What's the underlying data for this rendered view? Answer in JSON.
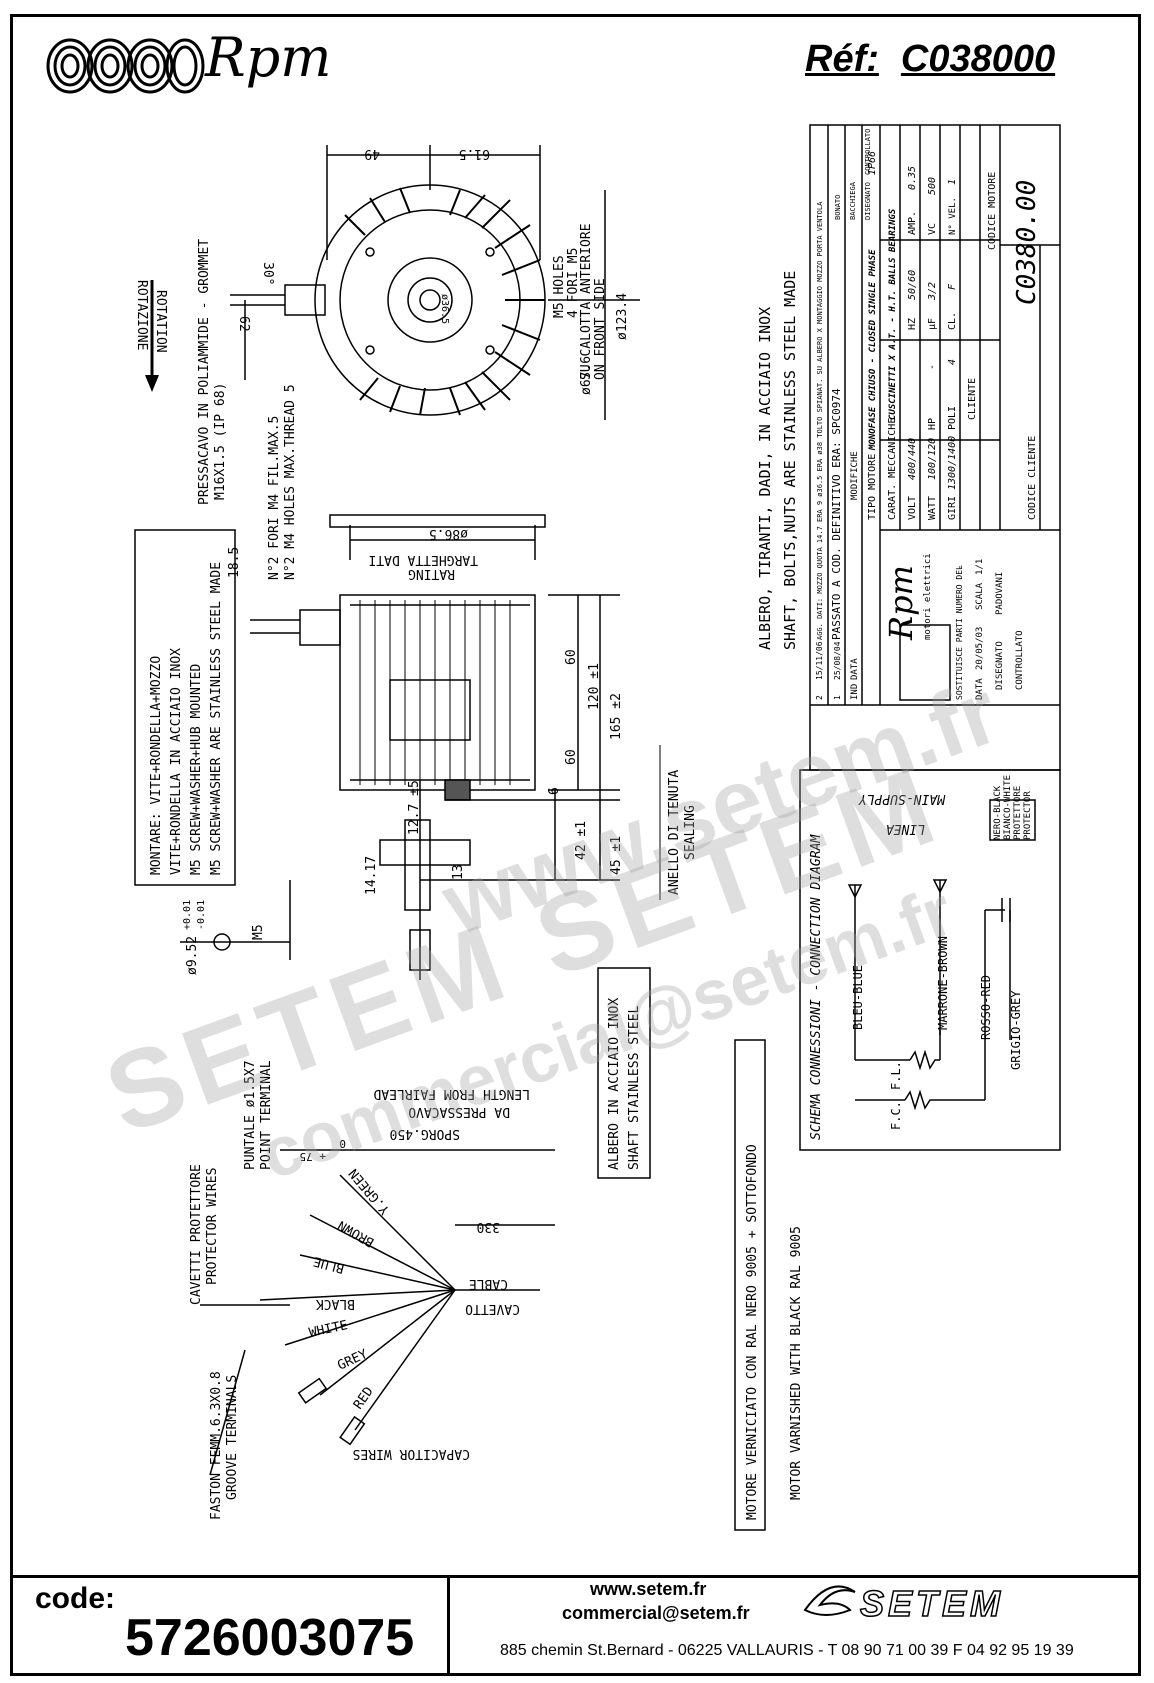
{
  "header": {
    "brand": "Rpm",
    "ref_label": "Réf:",
    "ref_code": "C038000"
  },
  "drawing": {
    "rotation_it": "ROTAZIONE",
    "rotation_en": "ROTATION",
    "grommet_it": "PRESSACAVO IN POLIAMMIDE - GROMMET",
    "grommet_spec": "M16X1.5 (IP 68)",
    "holes_it": "N°2 FORI M4 FIL.MAX.5",
    "holes_en": "N°2 M4 HOLES MAX.THREAD 5",
    "m5_holes_en": "M5 HOLES",
    "m5_holes_it": "4 FORI M5",
    "front_it": "SU CALOTTA ANTERIORE",
    "front_en": "ON FRONT SIDE",
    "dim_49": "49",
    "dim_61_5": "61.5",
    "dim_30": "30°",
    "dim_62": "62",
    "dim_36_5": "ø36.5",
    "dim_67_6": "ø67.6",
    "dim_123_4": "ø123.4",
    "dim_86_5": "ø86.5",
    "rating_it": "TARGHETTA DATI",
    "rating_en": "RATING",
    "dim_18_5": "18.5",
    "dim_60a": "60",
    "dim_120": "120 ±1",
    "dim_165": "165 ±2",
    "dim_60b": "60",
    "dim_6": "6",
    "dim_12_7": "12.7 ±5",
    "dim_42": "42 ±1",
    "dim_45": "45 ±1",
    "dim_14_17": "14.17",
    "dim_13": "13",
    "dim_m5": "M5",
    "shaft_dia": "ø9.52",
    "shaft_tol_upper": "+0.01",
    "shaft_tol_lower": "-0.01",
    "sealing_it": "ANELLO DI TENUTA",
    "sealing_en": "SEALING",
    "mount_it1": "MONTARE: VITE+RONDELLA+MOZZO",
    "mount_it2": "VITE+RONDELLA IN ACCIAIO INOX",
    "mount_en1": "M5 SCREW+WASHER+HUB MOUNTED",
    "mount_en2": "M5 SCREW+WASHER ARE STAINLESS STEEL MADE",
    "shaft_it": "ALBERO IN ACCIAIO INOX",
    "shaft_en": "SHAFT STAINLESS STEEL",
    "bolts_it": "ALBERO, TIRANTI, DADI, IN ACCIAIO INOX",
    "bolts_en": "SHAFT, BOLTS,NUTS ARE STAINLESS STEEL MADE",
    "paint_it": "MOTORE VERNICIATO CON RAL NERO 9005 + SOTTOFONDO",
    "paint_en": "MOTOR VARNISHED WITH BLACK RAL 9005",
    "point_terminal_it": "PUNTALE ø1.5X7",
    "point_terminal_en": "POINT TERMINAL",
    "length_it": "DA PRESSACAVO",
    "length_en": "LENGTH FROM FAIRLEAD",
    "sporg": "SPORG.450",
    "sporg_tol_plus": "+ 75",
    "sporg_tol_zero": "0",
    "dim_330": "330",
    "cable_en": "CABLE",
    "cable_it": "CAVETTO",
    "wire_ygreen": "Y.GREEN",
    "wire_brown": "BROWN",
    "wire_blue": "BLUE",
    "wire_black": "BLACK",
    "wire_white": "WHITE",
    "wire_grey": "GREY",
    "wire_red": "RED",
    "protector_it": "CAVETTI PROTETTORE",
    "protector_en": "PROTECTOR WIRES",
    "faston_it": "FASTON FEMM.6.3X0.8",
    "faston_en": "GROOVE TERMINALS",
    "capacitor_en": "CAPACITOR WIRES"
  },
  "connection": {
    "title": "SCHEMA CONNESSIONI - CONNECTION DIAGRAM",
    "linea": "LINEA",
    "main_supply": "MAIN-SUPPLY",
    "bleu_blue": "BLEU-BLUE",
    "marrone_brown": "MARRONE-BROWN",
    "rosso_red": "ROSSO-RED",
    "grigio_grey": "GRIGIO-GREY",
    "fl": "F.L.",
    "fc": "F.C.",
    "nero_black": "NERO-BLACK",
    "bianco_white": "BIANCO-WHITE",
    "protettore": "PROTETTORE",
    "protector": "PROTECTOR"
  },
  "title_block": {
    "rev_rows": [
      [
        "2",
        "15/11/06",
        "AGG. DATI: MOZZO QUOTA 14.7 ERA 9 ø36.5 ERA ø38 TOLTO SPIANAT. SU ALBERO X MONTAGGIO MOZZO PORTA VENTOLA"
      ],
      [
        "1",
        "25/08/04",
        "PASSATO A COD. DEFINITIVO ERA: SPC0974"
      ],
      [
        "IND",
        "DATA",
        "MODIFICHE"
      ]
    ],
    "company": "Rpm",
    "company_sub": "motori elettrici",
    "replaces": "SOSTITUISCE PARTI NUMERO DEL",
    "replaces_val": "-",
    "date_label": "DATA",
    "date_val": "20/05/03",
    "scale_label": "SCALA",
    "scale_val": "1/1",
    "drawn_label": "DISEGNATO",
    "drawn_val": "PADOVANI",
    "checked_label": "CONTROLLATO",
    "motor_type_label": "TIPO MOTORE",
    "motor_type_val": "MONOFASE CHIUSO - CLOSED SINGLE PHASE",
    "ip": "IP66",
    "mech_label": "CARAT. MECCANICHE",
    "mech_val": "CUSCINETTI X A.T. - H.T. BALLS BEARINGS",
    "volt_label": "VOLT",
    "volt_val": "400/440",
    "hz_label": "HZ",
    "hz_val": "50/60",
    "amp_label": "AMP.",
    "amp_val": "0.35",
    "watt_label": "WATT",
    "watt_val": "100/120",
    "hp_label": "HP",
    "hp_val": "-",
    "uf_label": "µF",
    "uf_val": "3/2",
    "vc_label": "VC",
    "vc_val": "500",
    "rpm_label": "GIRI",
    "rpm_val": "1300/1400",
    "poles_label": "POLI",
    "poles_val": "4",
    "class_label": "CL.",
    "class_val": "F",
    "speeds_label": "N° VEL.",
    "speeds_val": "1",
    "client_label": "CLIENTE",
    "client_code_label": "CODICE CLIENTE",
    "motor_code_label": "CODICE MOTORE",
    "motor_code": "C0380.00",
    "approved": "BONATO",
    "bacchiega": "BACCHIEGA",
    "designed": "DISEGNATO",
    "controlled": "CONTROLLATO"
  },
  "footer": {
    "code_label": "code:",
    "code_value": "5726003075",
    "website": "www.setem.fr",
    "email": "commercial@setem.fr",
    "address": "885 chemin St.Bernard  -  06225 VALLAURIS  -  T 08 90 71 00 39  F 04 92 95 19 39",
    "brand": "SETEM"
  },
  "watermark": {
    "web": "www.setem.fr",
    "brand": "SETEM SETEM",
    "mail": "commercial@setem.fr"
  }
}
